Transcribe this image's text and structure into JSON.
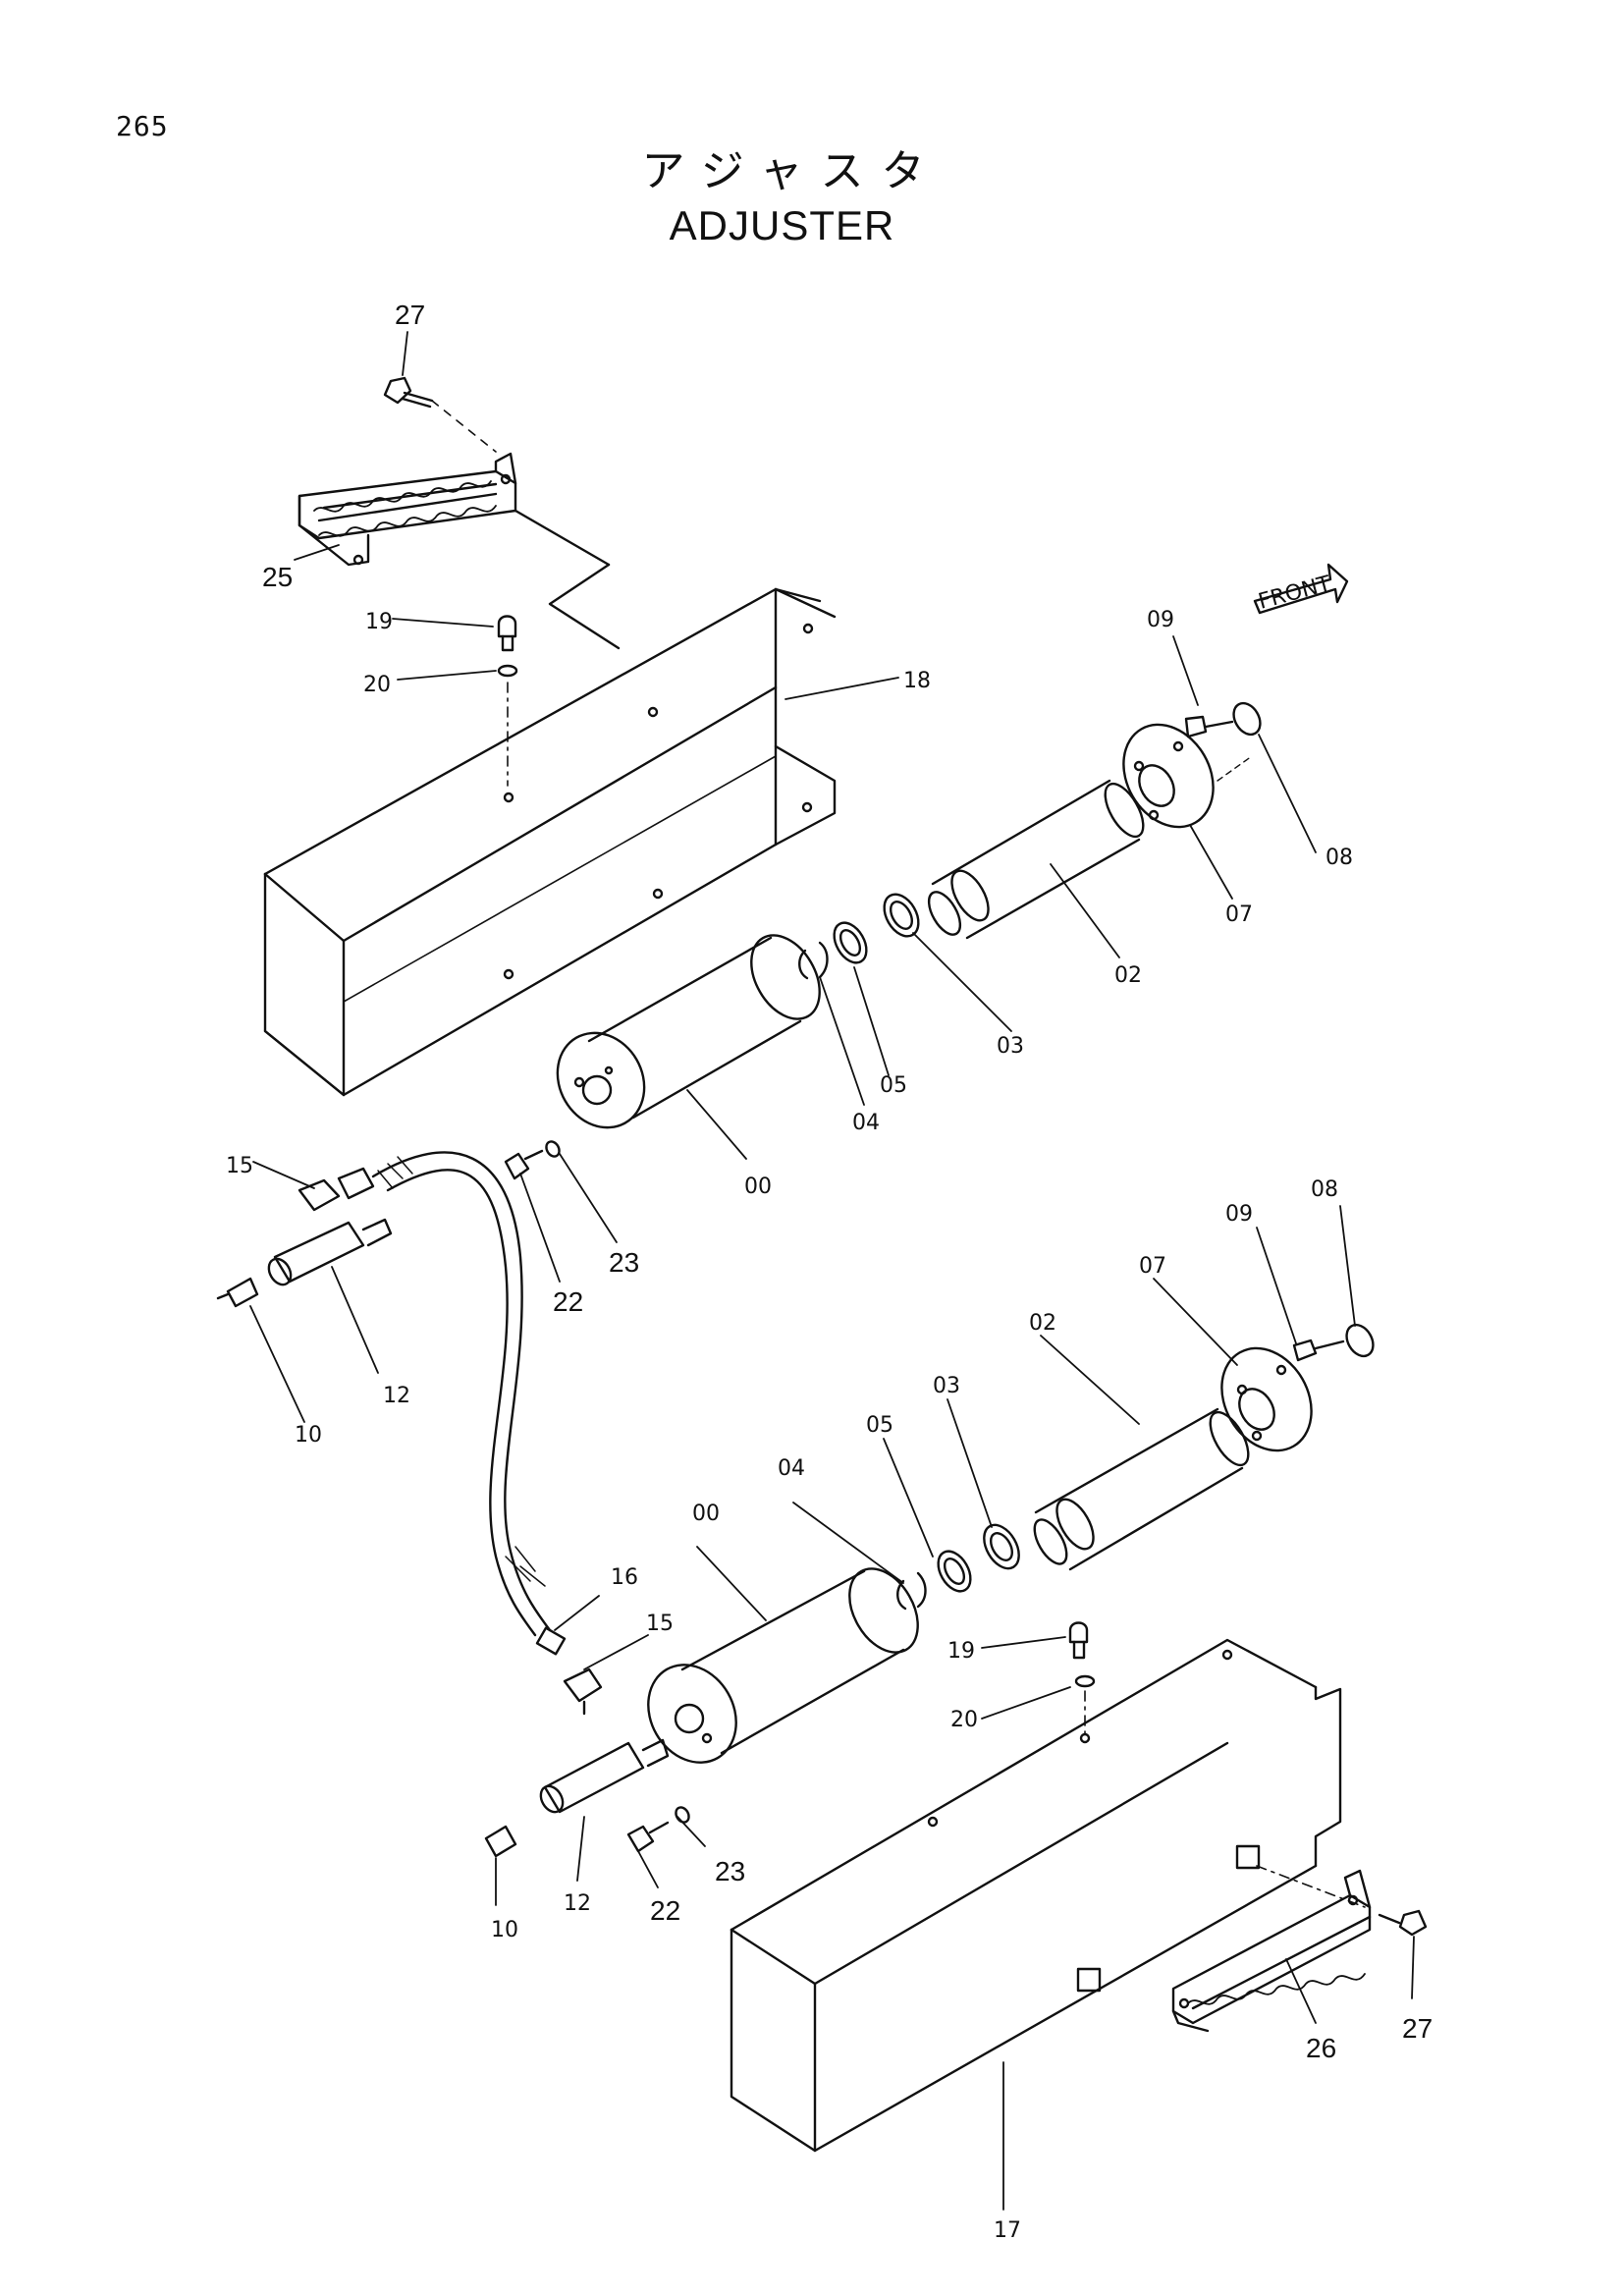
{
  "page": {
    "number": "265"
  },
  "title": {
    "japanese": "アジャスタ",
    "english": "ADJUSTER"
  },
  "direction_marker": {
    "text": "FRONT"
  },
  "callouts": [
    "27",
    "25",
    "19",
    "20",
    "18",
    "09",
    "08",
    "07",
    "02",
    "03",
    "05",
    "04",
    "00",
    "15",
    "23",
    "22",
    "12",
    "10",
    "08",
    "09",
    "07",
    "02",
    "03",
    "05",
    "04",
    "00",
    "16",
    "15",
    "19",
    "20",
    "23",
    "22",
    "12",
    "10",
    "26",
    "27",
    "17"
  ]
}
